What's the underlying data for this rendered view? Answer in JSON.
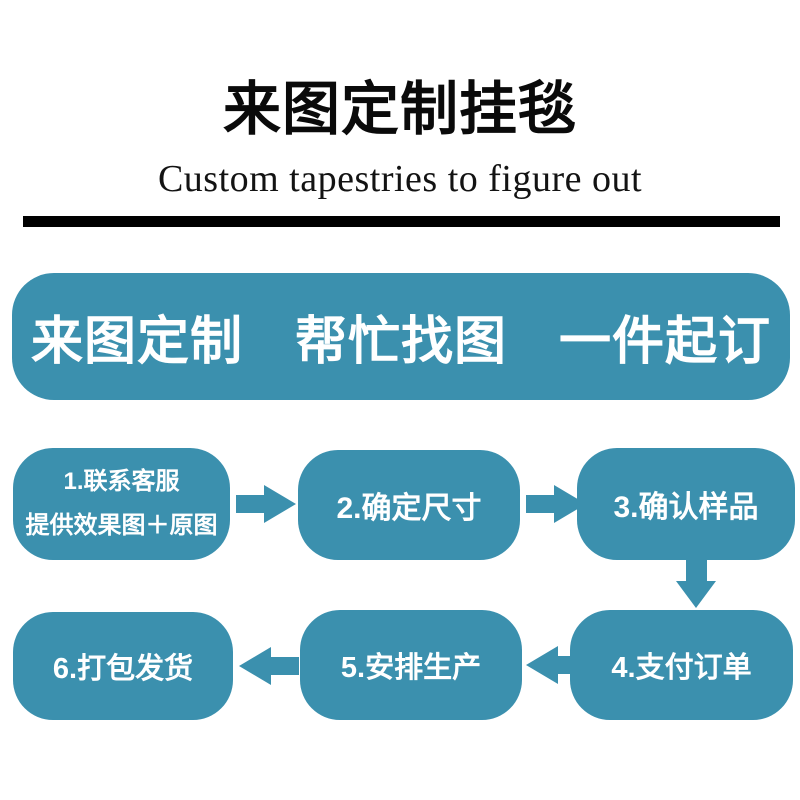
{
  "header": {
    "title": "来图定制挂毯",
    "subtitle": "Custom tapestries to figure out"
  },
  "banner": {
    "phrases": [
      "来图定制",
      "帮忙找图",
      "一件起订"
    ]
  },
  "flow": {
    "steps": [
      {
        "lines": [
          "1.联系客服",
          "提供效果图＋原图"
        ]
      },
      {
        "lines": [
          "2.确定尺寸"
        ]
      },
      {
        "lines": [
          "3.确认样品"
        ]
      },
      {
        "lines": [
          "4.支付订单"
        ]
      },
      {
        "lines": [
          "5.安排生产"
        ]
      },
      {
        "lines": [
          "6.打包发货"
        ]
      }
    ],
    "arrows": [
      "step1-to-step2-right",
      "step2-to-step3-right",
      "step3-to-step4-down",
      "step4-to-step5-left",
      "step5-to-step6-left"
    ]
  },
  "colors": {
    "accent_teal": "#3B90AE",
    "divider_black": "#000000",
    "text_white": "#ffffff",
    "title_black": "#0a0a0a"
  }
}
